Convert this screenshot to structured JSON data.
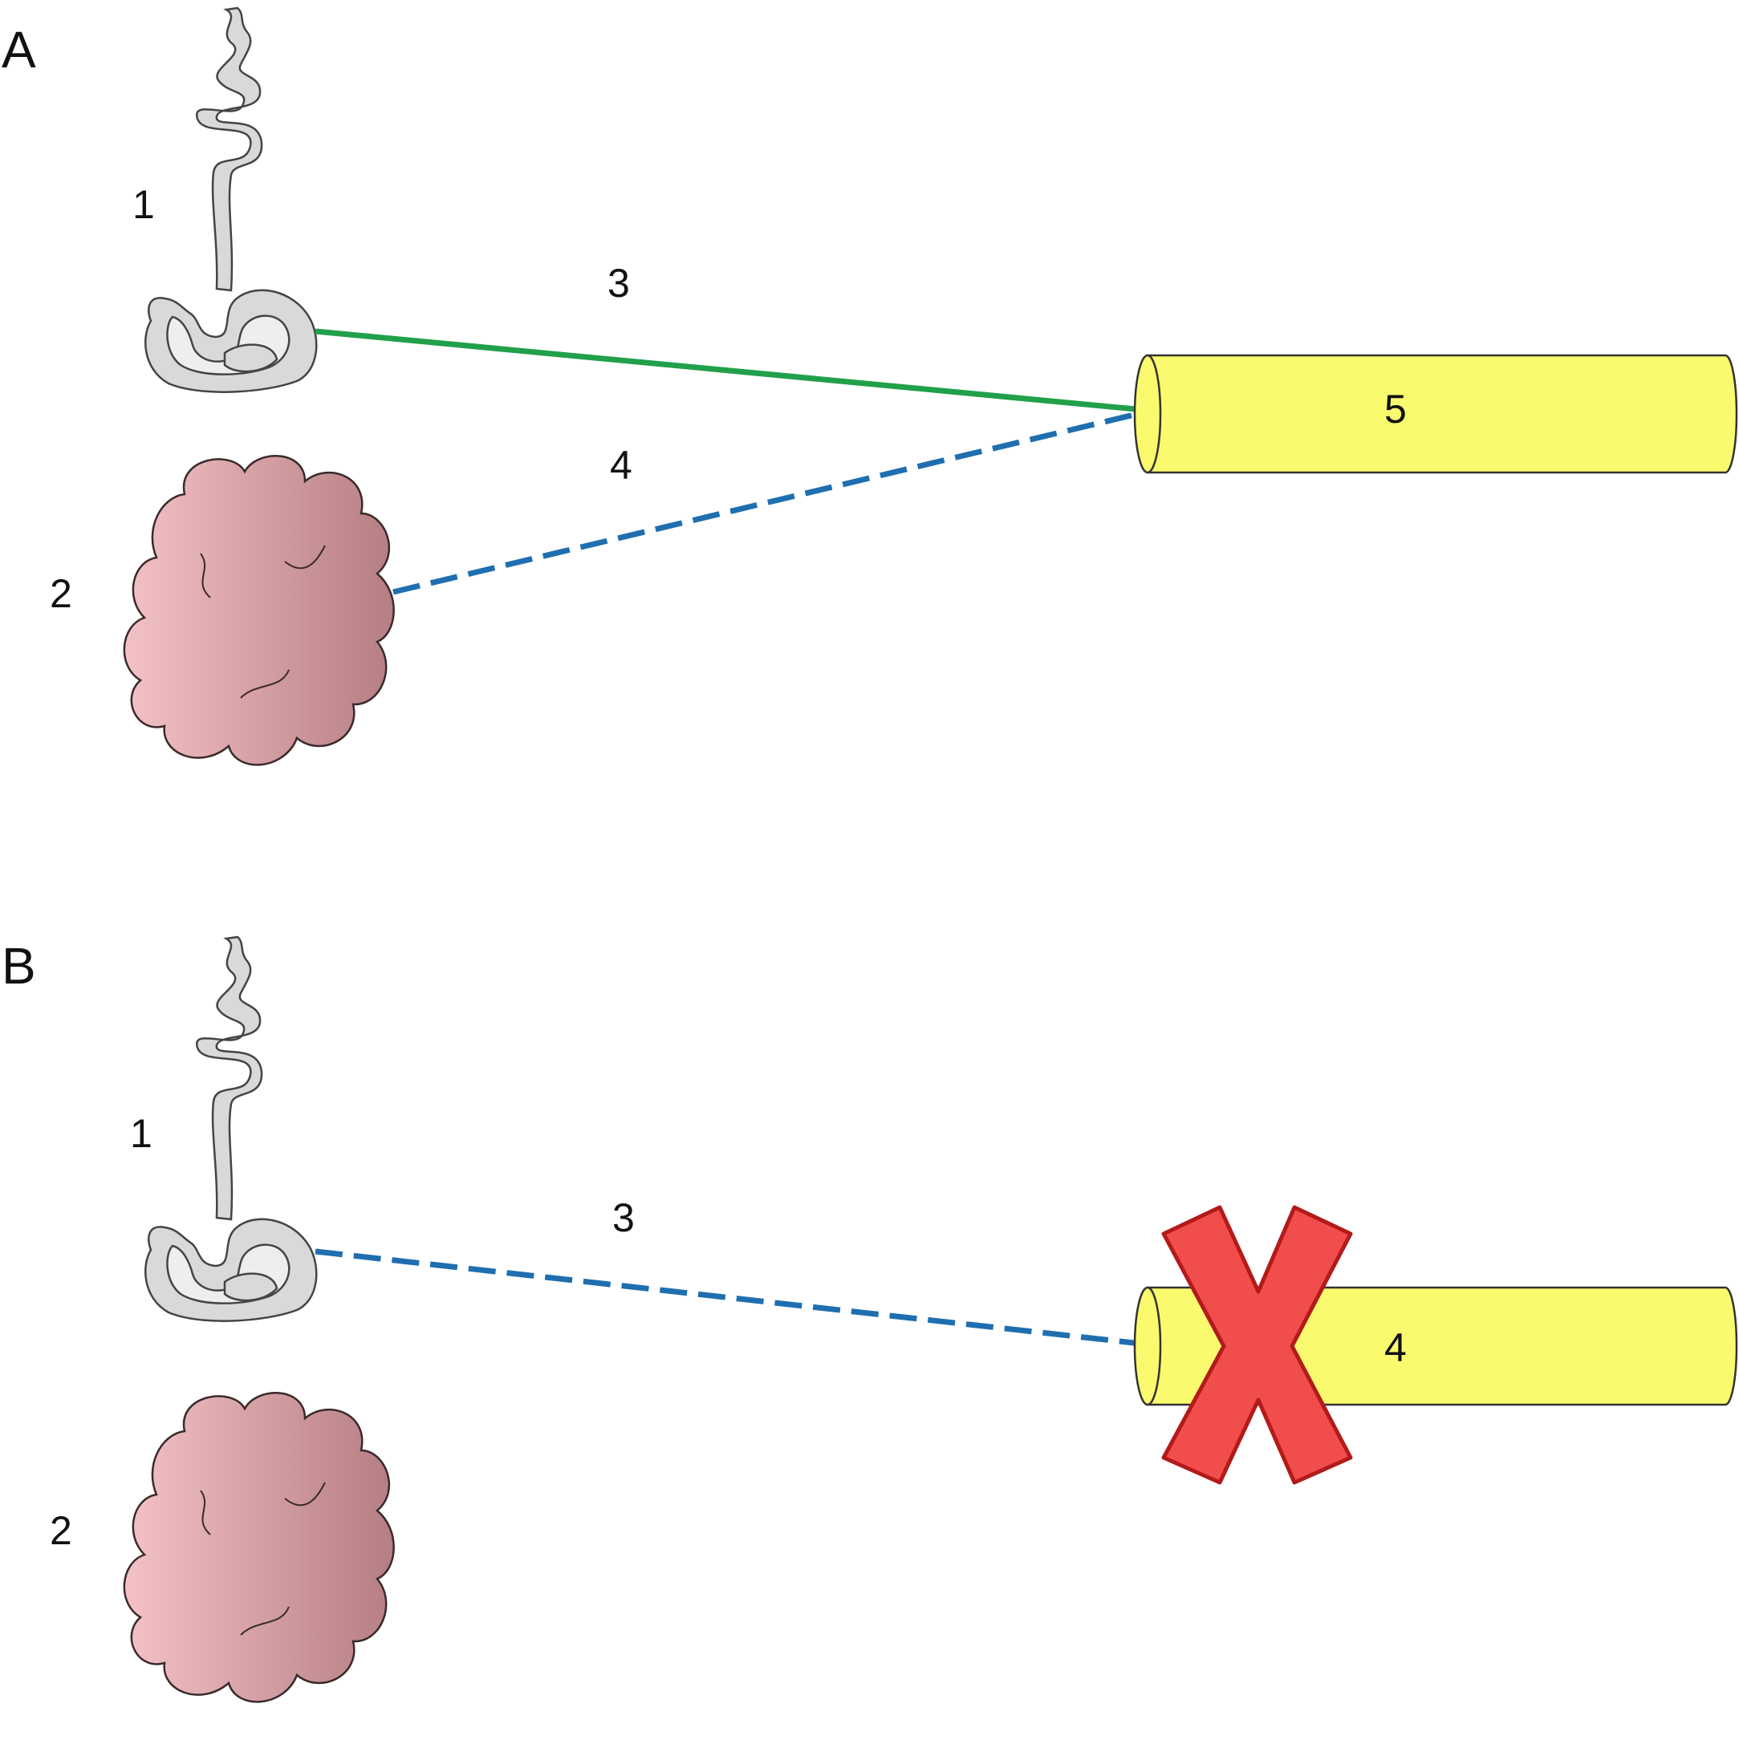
{
  "panels": [
    {
      "letter": "A",
      "labels": {
        "cochlea": "1",
        "brainstem": "2",
        "connection_solid": "3",
        "connection_dashed": "4",
        "target": "5"
      }
    },
    {
      "letter": "B",
      "labels": {
        "cochlea": "1",
        "brainstem": "2",
        "connection_dashed": "3",
        "target": "4"
      }
    }
  ],
  "colors": {
    "solid_line": "#21a04a",
    "dashed_line": "#1f6fb0",
    "cylinder_fill": "#fafa6e",
    "cylinder_stroke": "#333333",
    "brain_fill_left": "#f4c2c6",
    "brain_fill_right": "#b57e83",
    "cochlea_fill": "#d9d9d9",
    "cross_fill": "#f24d4d",
    "cross_stroke": "#b31a1a"
  }
}
